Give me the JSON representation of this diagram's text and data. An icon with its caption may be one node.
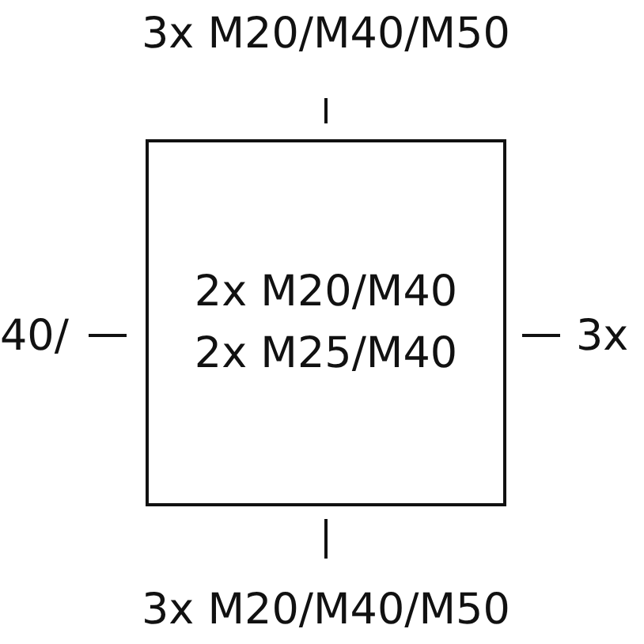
{
  "diagram": {
    "nodes": [
      {
        "text": [
          "2x M20/M40",
          "2x M25/M40"
        ]
      }
    ],
    "labels": [
      "3x M20/M40/M50",
      "40/",
      "3x",
      "3x M20/M40/M50"
    ]
  }
}
